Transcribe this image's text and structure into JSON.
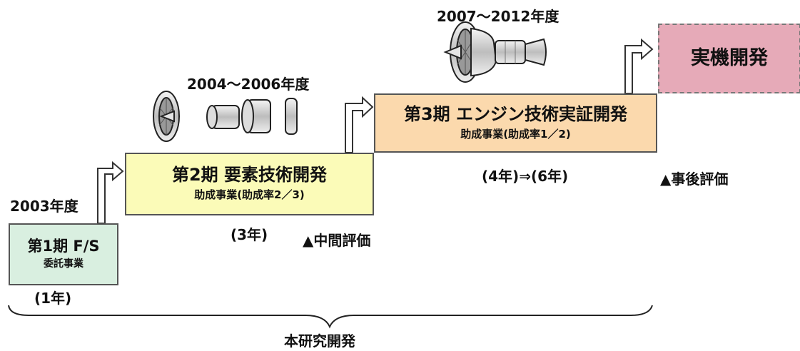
{
  "phases": [
    {
      "title": "第1期 F/S",
      "subtitle": "委託事業",
      "year_label": "2003年度",
      "duration": "(1年)"
    },
    {
      "title": "第2期 要素技術開発",
      "subtitle": "助成事業(助成率2／3)",
      "year_label": "2004〜2006年度",
      "duration": "(3年)"
    },
    {
      "title": "第3期 エンジン技術実証開発",
      "subtitle": "助成事業(助成率1／2)",
      "year_label": "2007〜2012年度",
      "duration": "(4年)⇒(6年)"
    }
  ],
  "practical_dev": "実機開発",
  "milestones": {
    "mid_eval": "▲中間評価",
    "post_eval": "▲事後評価"
  },
  "overall_label": "本研究開発",
  "colors": {
    "phase1": "#d9efe0",
    "phase2": "#fbfbb8",
    "phase3": "#fbd9ad",
    "practical": "#e6aab8"
  }
}
